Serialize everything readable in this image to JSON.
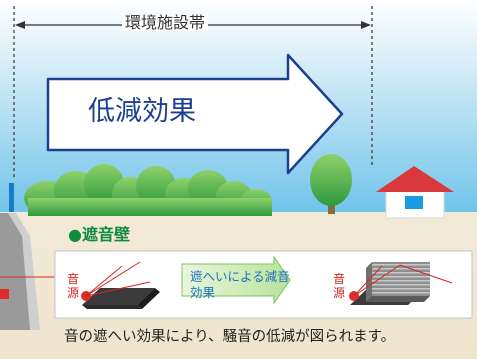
{
  "header": {
    "band_label": "環境施設帯"
  },
  "effect_arrow": {
    "label": "低減効果"
  },
  "soundwall": {
    "heading": "●遮音壁",
    "source_label": "音源",
    "effect_label": "遮へいによる減音効果"
  },
  "caption": "音の遮へい効果により、騒音の低減が図られます。",
  "colors": {
    "arrow_text": "#1c3f91",
    "heading": "#0f8a3e",
    "source_label": "#d0281f",
    "effect_label": "#1d6fc0",
    "house_roof": "#d9393c",
    "house_window": "#1a9be0"
  },
  "icons": [
    "house-icon",
    "tree-icon",
    "speaker-source-icon",
    "sound-wall-icon"
  ]
}
